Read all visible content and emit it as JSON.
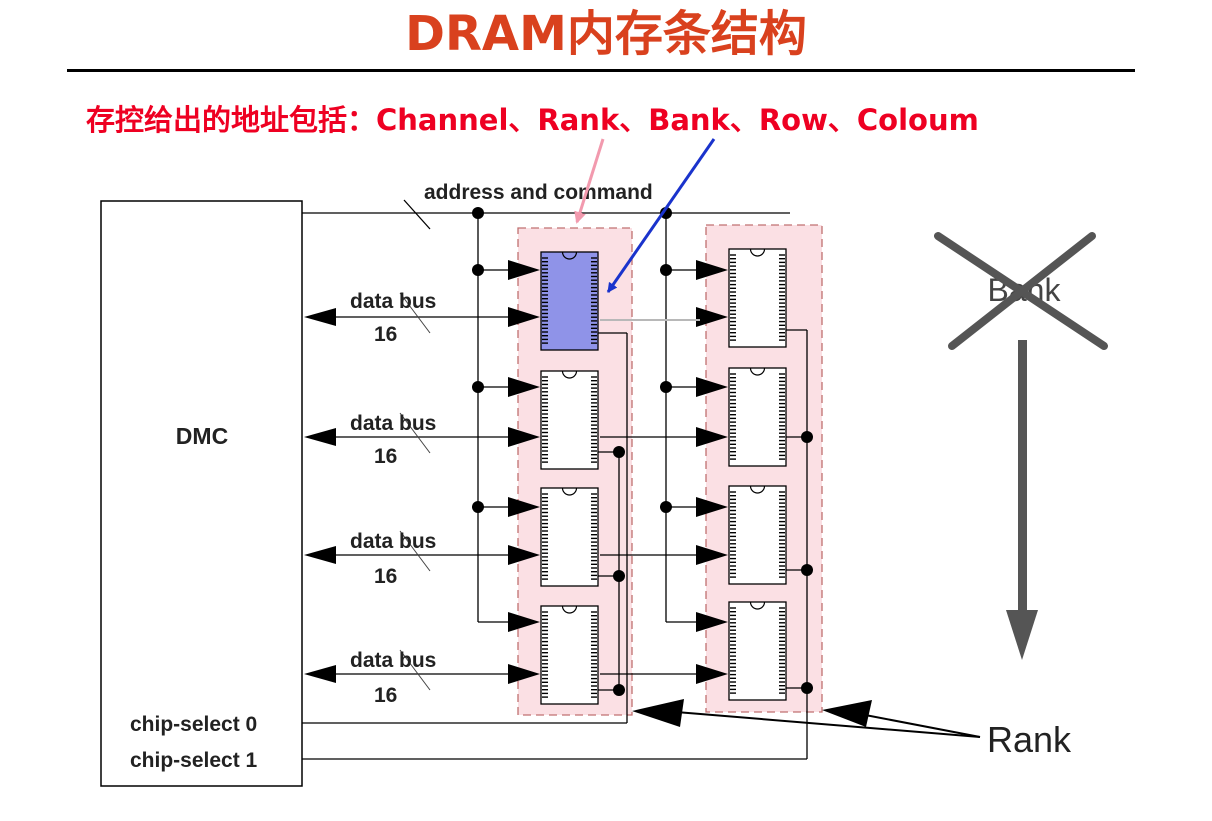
{
  "slide": {
    "title": "DRAM内存条结构",
    "subtitle": "存控给出的地址包括：Channel、Rank、Bank、Row、Coloum"
  },
  "diagram": {
    "controller_label": "DMC",
    "address_bus_label": "address and command",
    "data_buses": [
      {
        "label": "data bus",
        "width": "16"
      },
      {
        "label": "data bus",
        "width": "16"
      },
      {
        "label": "data bus",
        "width": "16"
      },
      {
        "label": "data bus",
        "width": "16"
      }
    ],
    "chip_selects": [
      "chip-select 0",
      "chip-select 1"
    ],
    "bank_label": "Bank",
    "rank_label": "Rank",
    "colors": {
      "title": "#d9411e",
      "subtitle": "#ee0022",
      "rank_fill": "#fbe0e4",
      "rank_border": "#c07070",
      "highlight_chip": "#8f93e8",
      "pink_arrow": "#f29aae",
      "blue_arrow": "#1a33cc",
      "gray_arrow": "#555555"
    }
  }
}
